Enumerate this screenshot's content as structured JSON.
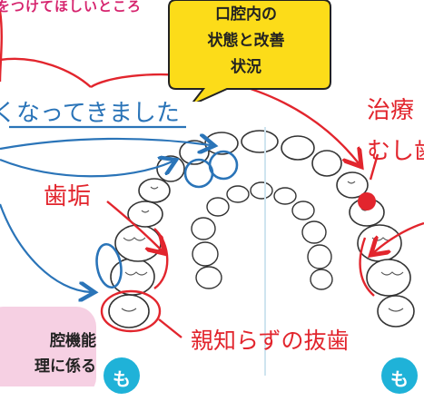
{
  "top_caption": "をつけてほしいところ",
  "callout": {
    "lines": [
      "口腔内の",
      "状態と改善",
      "状況"
    ]
  },
  "notes": {
    "blue_note": "くなってきました",
    "tartar": "歯垢",
    "wisdom_tooth": "親知らずの抜歯",
    "treatment_line1": "治療",
    "treatment_line2": "むし歯"
  },
  "pink_box": {
    "lines": [
      "腔機能",
      "理に係る"
    ]
  },
  "badges": {
    "left": "も",
    "right": "も"
  },
  "colors": {
    "blue": "#2a74b8",
    "red": "#e2252d",
    "pink": "#d6246e",
    "callout_yellow": "#fcdc19",
    "badge_cyan": "#1fb2d8",
    "pink_box_fill": "#f6d0e3"
  }
}
